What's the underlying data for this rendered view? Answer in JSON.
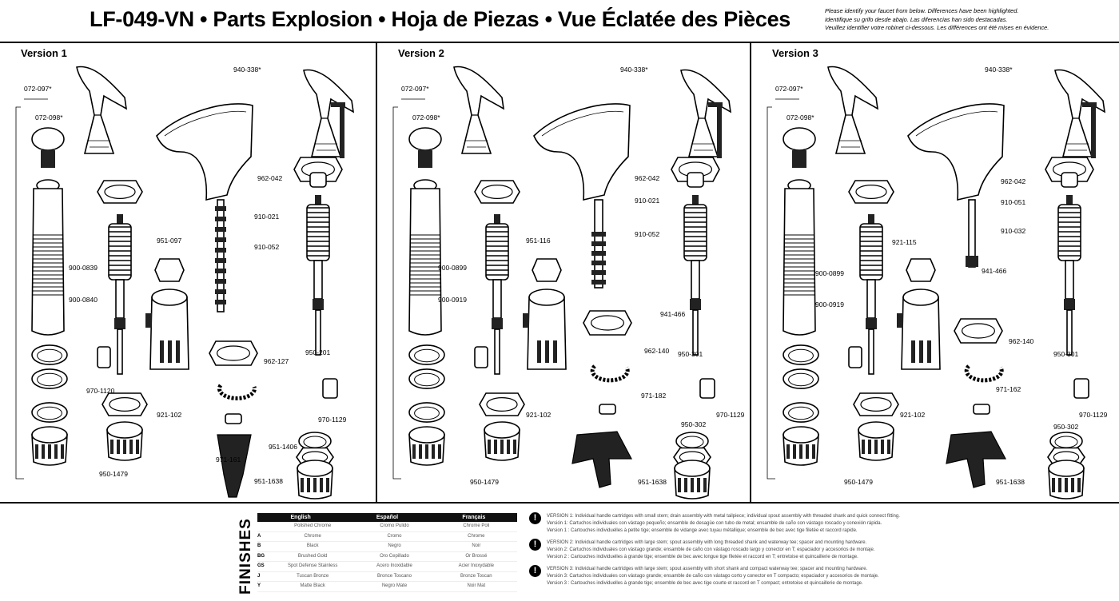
{
  "header": {
    "title": "LF-049-VN • Parts Explosion • Hoja de Piezas • Vue Éclatée des Pièces",
    "note_lines": [
      "Please identify your faucet from below. Differences have been highlighted.",
      "Identifique su grifo desde abajo. Las diferencias han sido destacadas.",
      "Veuillez identifier votre robinet ci-dessous. Les différences ont été mises en évidence."
    ]
  },
  "versions": [
    {
      "label": "Version 1",
      "callouts": [
        "072-097*",
        "072-098*",
        "940-338*",
        "962-042",
        "910-021",
        "910-052",
        "951-097",
        "900-0839",
        "900-0840",
        "970-1120",
        "921-102",
        "962-127",
        "950-201",
        "970-1129",
        "951-1406",
        "951-1638",
        "971-161",
        "950-1479"
      ]
    },
    {
      "label": "Version 2",
      "callouts": [
        "072-097*",
        "072-098*",
        "940-338*",
        "962-042",
        "910-021",
        "910-052",
        "951-116",
        "900-0899",
        "900-0919",
        "941-466",
        "962-140",
        "950-301",
        "950-302",
        "970-1129",
        "921-102",
        "971-182",
        "951-1638",
        "950-1479"
      ]
    },
    {
      "label": "Version 3",
      "callouts": [
        "072-097*",
        "072-098*",
        "940-338*",
        "962-042",
        "910-051",
        "910-032",
        "921-115",
        "900-0899",
        "900-0919",
        "941-466",
        "962-140",
        "950-301",
        "950-302",
        "970-1129",
        "921-102",
        "971-162",
        "951-1638",
        "950-1479"
      ]
    }
  ],
  "finishes": {
    "label": "FINISHES",
    "headers": [
      "English",
      "Español",
      "Français"
    ],
    "rows": [
      {
        "code": "",
        "en": "Polished Chrome",
        "es": "Cromo Pulido",
        "fr": "Chrome Poli"
      },
      {
        "code": "A",
        "en": "Chrome",
        "es": "Cromo",
        "fr": "Chrome"
      },
      {
        "code": "B",
        "en": "Black",
        "es": "Negro",
        "fr": "Noir"
      },
      {
        "code": "BG",
        "en": "Brushed Gold",
        "es": "Oro Cepillado",
        "fr": "Or Brossé"
      },
      {
        "code": "GS",
        "en": "Spot Defense Stainless",
        "es": "Acero Inoxidable",
        "fr": "Acier Inoxydable"
      },
      {
        "code": "J",
        "en": "Tuscan Bronze",
        "es": "Bronce Toscano",
        "fr": "Bronze Toscan"
      },
      {
        "code": "Y",
        "en": "Matte Black",
        "es": "Negro Mate",
        "fr": "Noir Mat"
      }
    ]
  },
  "version_notes": [
    {
      "icon": "!",
      "lines": [
        "VERSION 1: Individual handle cartridges with small stem; drain assembly with metal tailpiece; individual spout assembly with threaded shank and quick connect fitting.",
        "Versión 1: Cartuchos individuales con vástago pequeño; ensamble de desagüe con tubo de metal; ensamble de caño con vástago roscado y conexión rápida.",
        "Version 1 : Cartouches individuelles à petite tige; ensemble de vidange avec tuyau métallique; ensemble de bec avec tige filetée et raccord rapide."
      ]
    },
    {
      "icon": "!",
      "lines": [
        "VERSION 2: Individual handle cartridges with large stem; spout assembly with long threaded shank and waterway tee; spacer and mounting hardware.",
        "Versión 2: Cartuchos individuales con vástago grande; ensamble de caño con vástago roscado largo y conector en T; espaciador y accesorios de montaje.",
        "Version 2 : Cartouches individuelles à grande tige; ensemble de bec avec longue tige filetée et raccord en T; entretoise et quincaillerie de montage."
      ]
    },
    {
      "icon": "!",
      "lines": [
        "VERSION 3: Individual handle cartridges with large stem; spout assembly with short shank and compact waterway tee; spacer and mounting hardware.",
        "Versión 3: Cartuchos individuales con vástago grande; ensamble de caño con vástago corto y conector en T compacto; espaciador y accesorios de montaje.",
        "Version 3 : Cartouches individuelles à grande tige; ensemble de bec avec tige courte et raccord en T compact; entretoise et quincaillerie de montage."
      ]
    }
  ]
}
